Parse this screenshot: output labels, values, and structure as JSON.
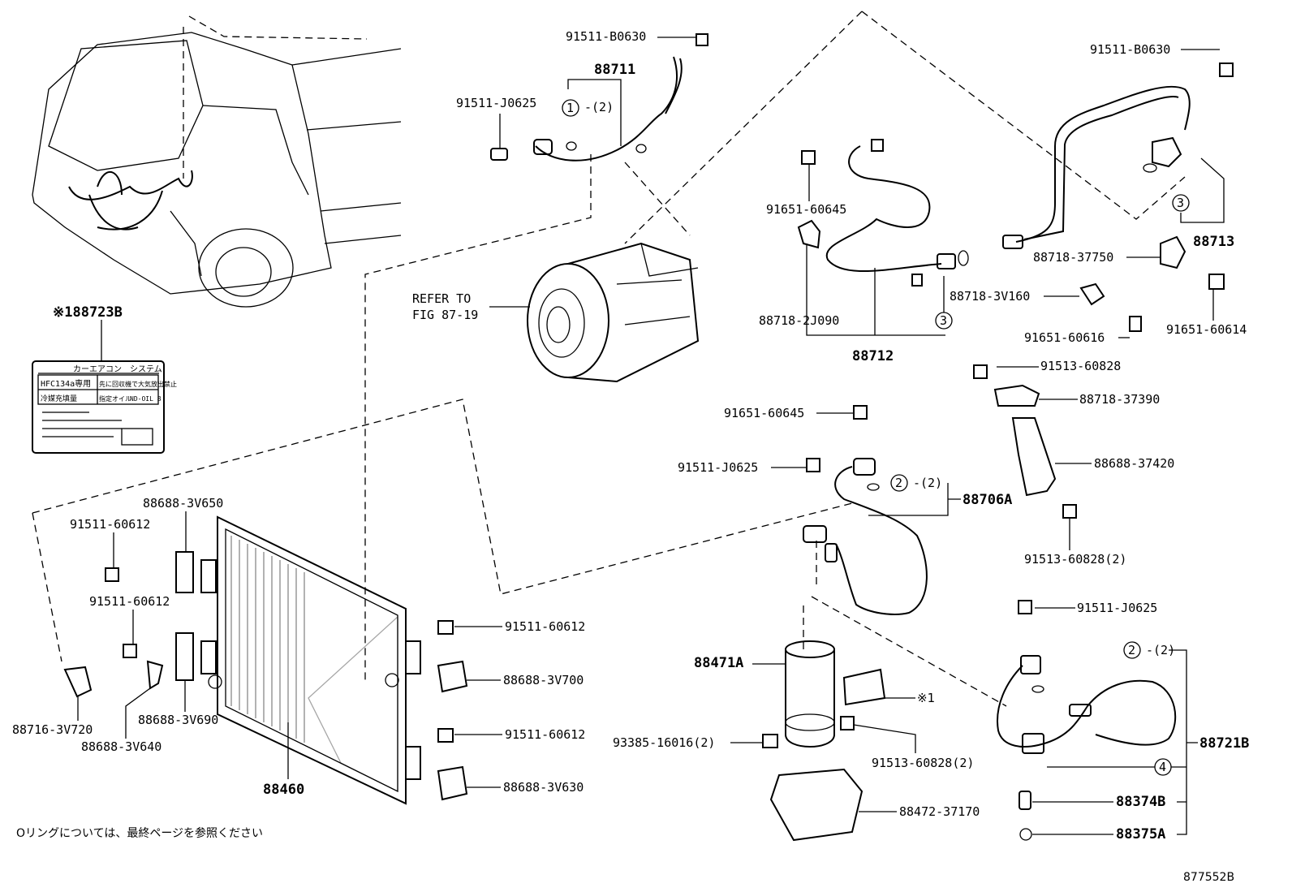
{
  "labels": {
    "p91511_b0630_a": "91511-B0630",
    "p88711": "88711",
    "p91511_j0625_a": "91511-J0625",
    "ref_to": "REFER TO",
    "fig": "FIG 87-19",
    "p88723b": "※188723B",
    "sticker_title": "カーエアコン　システム",
    "sticker_r1": "HFC134a専用",
    "sticker_r2": "冷媒充填量",
    "sticker_r3": "指定オイル",
    "sticker_r4": "ND-OIL 8",
    "sticker_r5": "先に回収機で大気放出禁止",
    "p91651_60645_a": "91651-60645",
    "p88718_2j090": "88718-2J090",
    "p88712": "88712",
    "p91511_b0630_b": "91511-B0630",
    "p88713": "88713",
    "p88718_37750": "88718-37750",
    "p88718_3v160": "88718-3V160",
    "p91651_60616": "91651-60616",
    "p91651_60614": "91651-60614",
    "p91513_60828_a": "91513-60828",
    "p88718_37390": "88718-37390",
    "p88688_37420": "88688-37420",
    "p91513_60828_2a": "91513-60828(2)",
    "p91651_60645_b": "91651-60645",
    "p91511_j0625_b": "91511-J0625",
    "p88706a": "88706A",
    "p88688_3v650": "88688-3V650",
    "p91511_60612_a": "91511-60612",
    "p91511_60612_b": "91511-60612",
    "p91511_60612_c": "91511-60612",
    "p91511_60612_d": "91511-60612",
    "p88688_3v700": "88688-3V700",
    "p88688_3v630": "88688-3V630",
    "p88716_3v720": "88716-3V720",
    "p88688_3v690": "88688-3V690",
    "p88688_3v640": "88688-3V640",
    "p88460": "88460",
    "p88471a": "88471A",
    "p93385_16016": "93385-16016(2)",
    "p91513_60828_2b": "91513-60828(2)",
    "ref1": "※1",
    "p88472_37170": "88472-37170",
    "p91511_j0625_c": "91511-J0625",
    "p88721b": "88721B",
    "p88374b": "88374B",
    "p88375a": "88375A",
    "qty2": "-(2)",
    "c1": "1",
    "c2": "2",
    "c3": "3",
    "c4": "4",
    "footnote": "Oリングについては、最終ページを参照ください",
    "fig_no": "877552B"
  }
}
